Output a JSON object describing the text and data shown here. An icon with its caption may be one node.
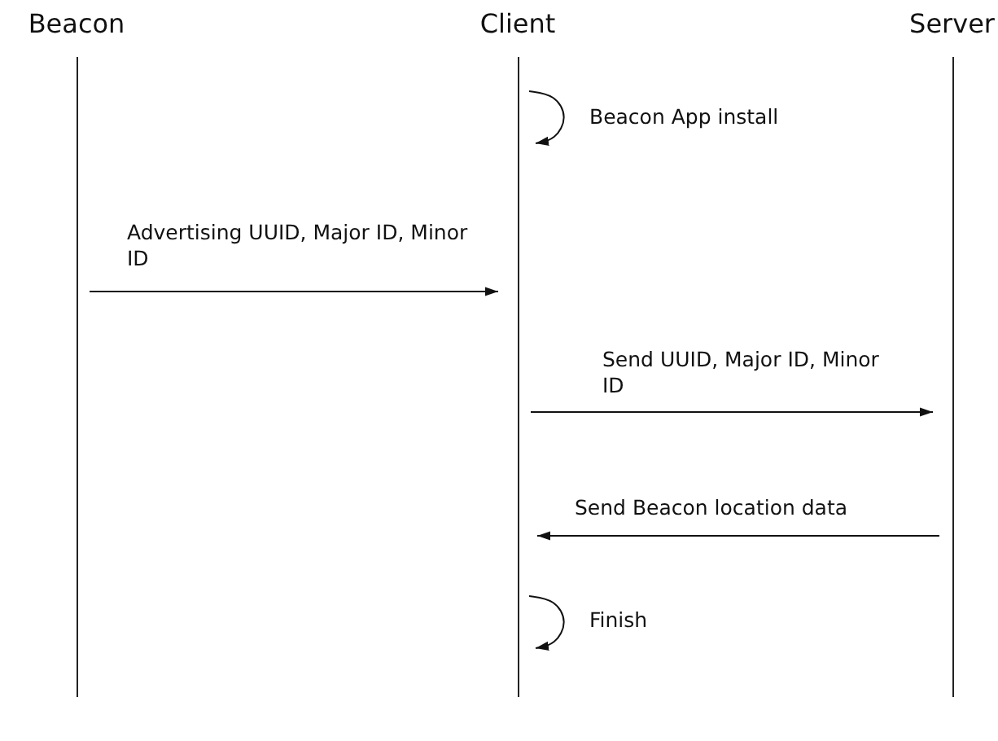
{
  "diagram": {
    "nodes": [
      {
        "text": [
          "Beacon"
        ]
      },
      {
        "text": [
          "Client"
        ]
      },
      {
        "text": [
          "Server"
        ]
      }
    ],
    "edges": [
      {
        "from": 1,
        "to": 1,
        "arrow": "to",
        "label": "Beacon App install"
      },
      {
        "from": 0,
        "to": 1,
        "arrow": "to",
        "label": "Advertising UUID, Major ID, Minor ID"
      },
      {
        "from": 1,
        "to": 2,
        "arrow": "to",
        "label": "Send UUID, Major ID, Minor ID"
      },
      {
        "from": 2,
        "to": 1,
        "arrow": "to",
        "label": "Send Beacon location data"
      },
      {
        "from": 1,
        "to": 1,
        "arrow": "to",
        "label": "Finish"
      }
    ]
  }
}
